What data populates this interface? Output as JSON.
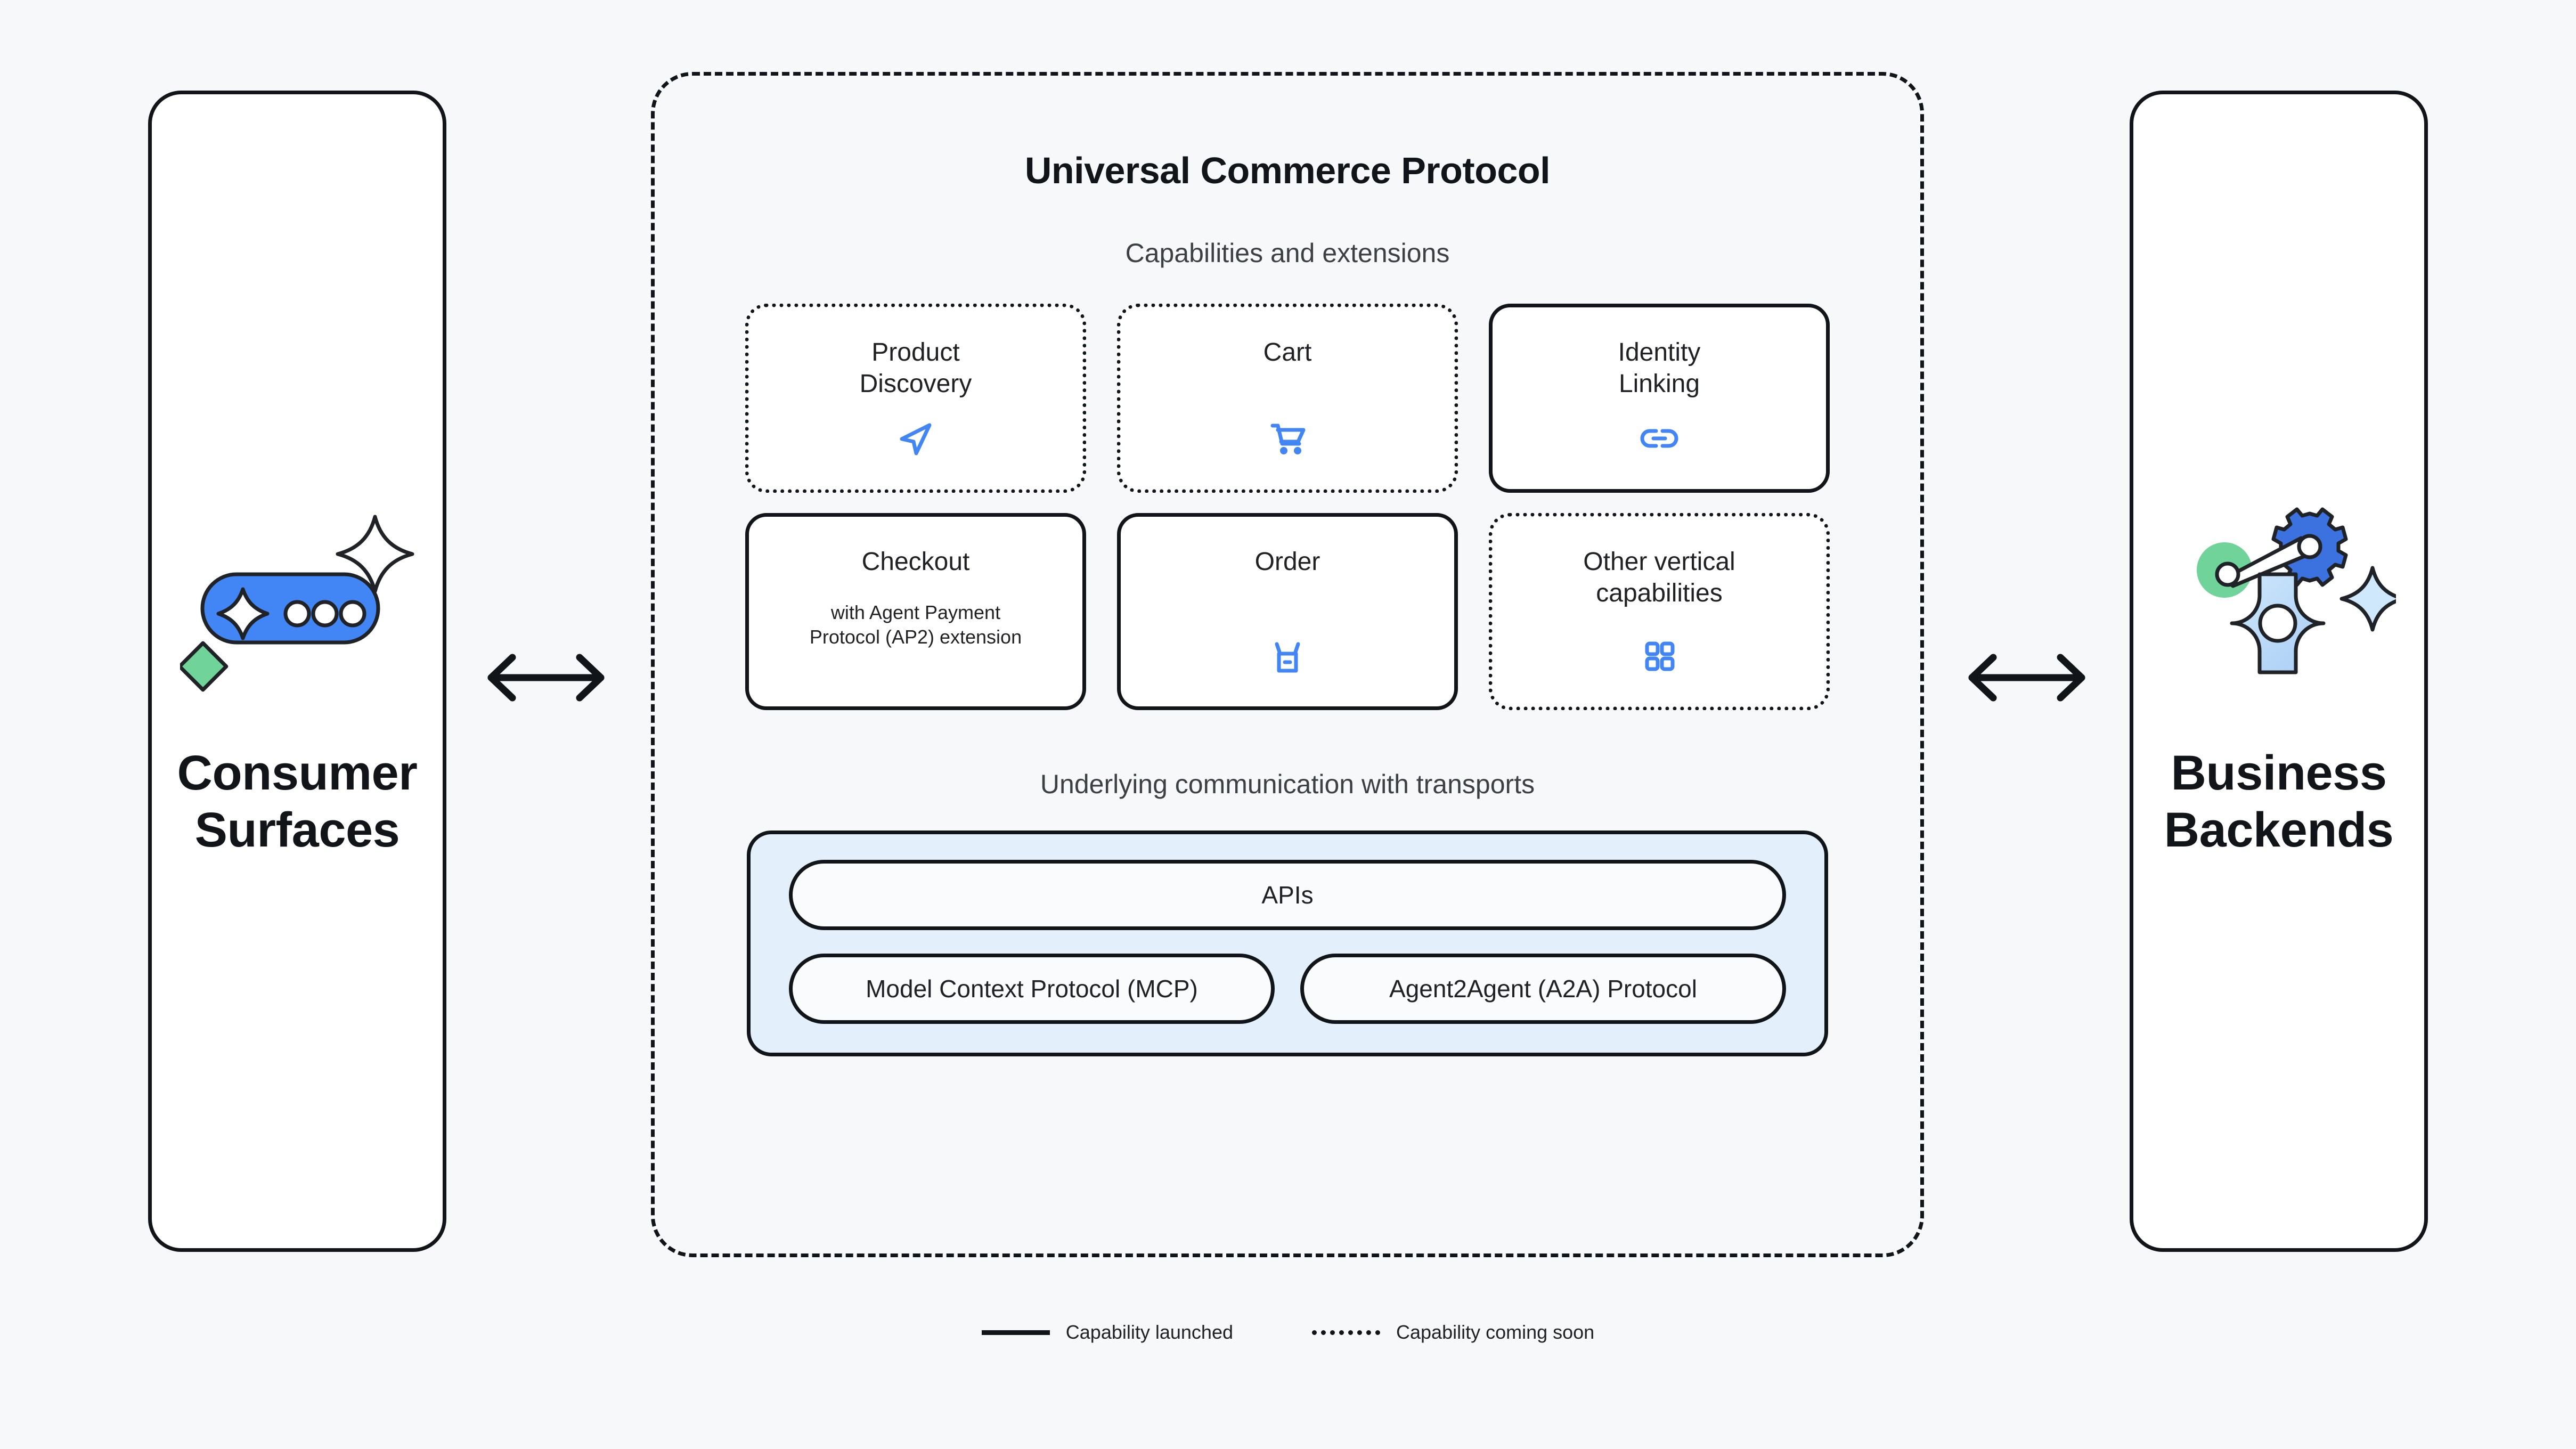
{
  "colors": {
    "background": "#f6f8f9",
    "stroke": "#111418",
    "accent_blue": "#4285f4",
    "transport_panel": "#e3effa",
    "green": "#6fd39a",
    "light_blue": "#bfdcfb",
    "heading_gray": "#3c4043"
  },
  "left_panel": {
    "label": "Consumer\nSurfaces",
    "art_name": "chat-bubble-sparkle-illustration"
  },
  "right_panel": {
    "label": "Business\nBackends",
    "art_name": "gear-machinery-illustration"
  },
  "arrows": {
    "left_name": "bidirectional-arrow-left",
    "right_name": "bidirectional-arrow-right"
  },
  "protocol": {
    "title": "Universal Commerce Protocol",
    "capabilities_heading": "Capabilities and extensions",
    "transports_heading": "Underlying communication with transports",
    "capabilities": [
      {
        "title": "Product\nDiscovery",
        "subtitle": "",
        "status": "soon",
        "icon": "navigation-arrow-icon"
      },
      {
        "title": "Cart",
        "subtitle": "",
        "status": "soon",
        "icon": "shopping-cart-icon"
      },
      {
        "title": "Identity\nLinking",
        "subtitle": "",
        "status": "launched",
        "icon": "link-chain-icon"
      },
      {
        "title": "Checkout",
        "subtitle": "with Agent Payment\nProtocol (AP2) extension",
        "status": "launched",
        "icon": ""
      },
      {
        "title": "Order",
        "subtitle": "",
        "status": "launched",
        "icon": "package-box-icon"
      },
      {
        "title": "Other vertical\ncapabilities",
        "subtitle": "",
        "status": "soon",
        "icon": "grid-squares-icon"
      }
    ],
    "transports": {
      "primary": "APIs",
      "secondary": [
        "Model Context Protocol (MCP)",
        "Agent2Agent (A2A) Protocol"
      ]
    }
  },
  "legend": {
    "items": [
      {
        "label": "Capability launched",
        "style": "solid"
      },
      {
        "label": "Capability coming soon",
        "style": "dotted"
      }
    ]
  }
}
